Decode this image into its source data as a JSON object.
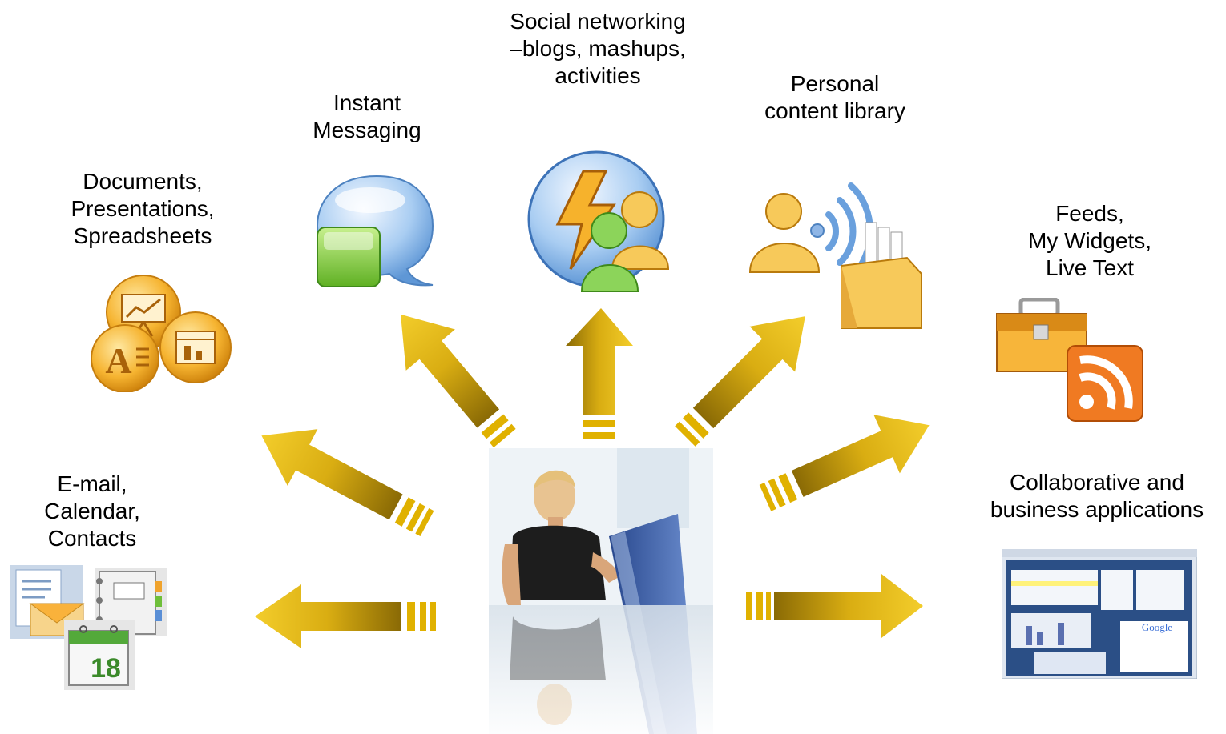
{
  "labels": {
    "email": [
      "E-mail,",
      "Calendar,",
      "Contacts"
    ],
    "documents": [
      "Documents,",
      "Presentations,",
      "Spreadsheets"
    ],
    "instant_messaging": [
      "Instant",
      "Messaging"
    ],
    "social": [
      "Social networking",
      "–blogs, mashups,",
      "activities"
    ],
    "personal": [
      "Personal",
      "content library"
    ],
    "feeds": [
      "Feeds,",
      "My Widgets,",
      "Live Text"
    ],
    "collab": [
      "Collaborative and",
      "business applications"
    ]
  },
  "icons": {
    "calendar_day": "18",
    "screenshot_brand": "Google"
  },
  "colors": {
    "arrow": "#e0b100",
    "arrow_dark": "#8c6a00"
  }
}
